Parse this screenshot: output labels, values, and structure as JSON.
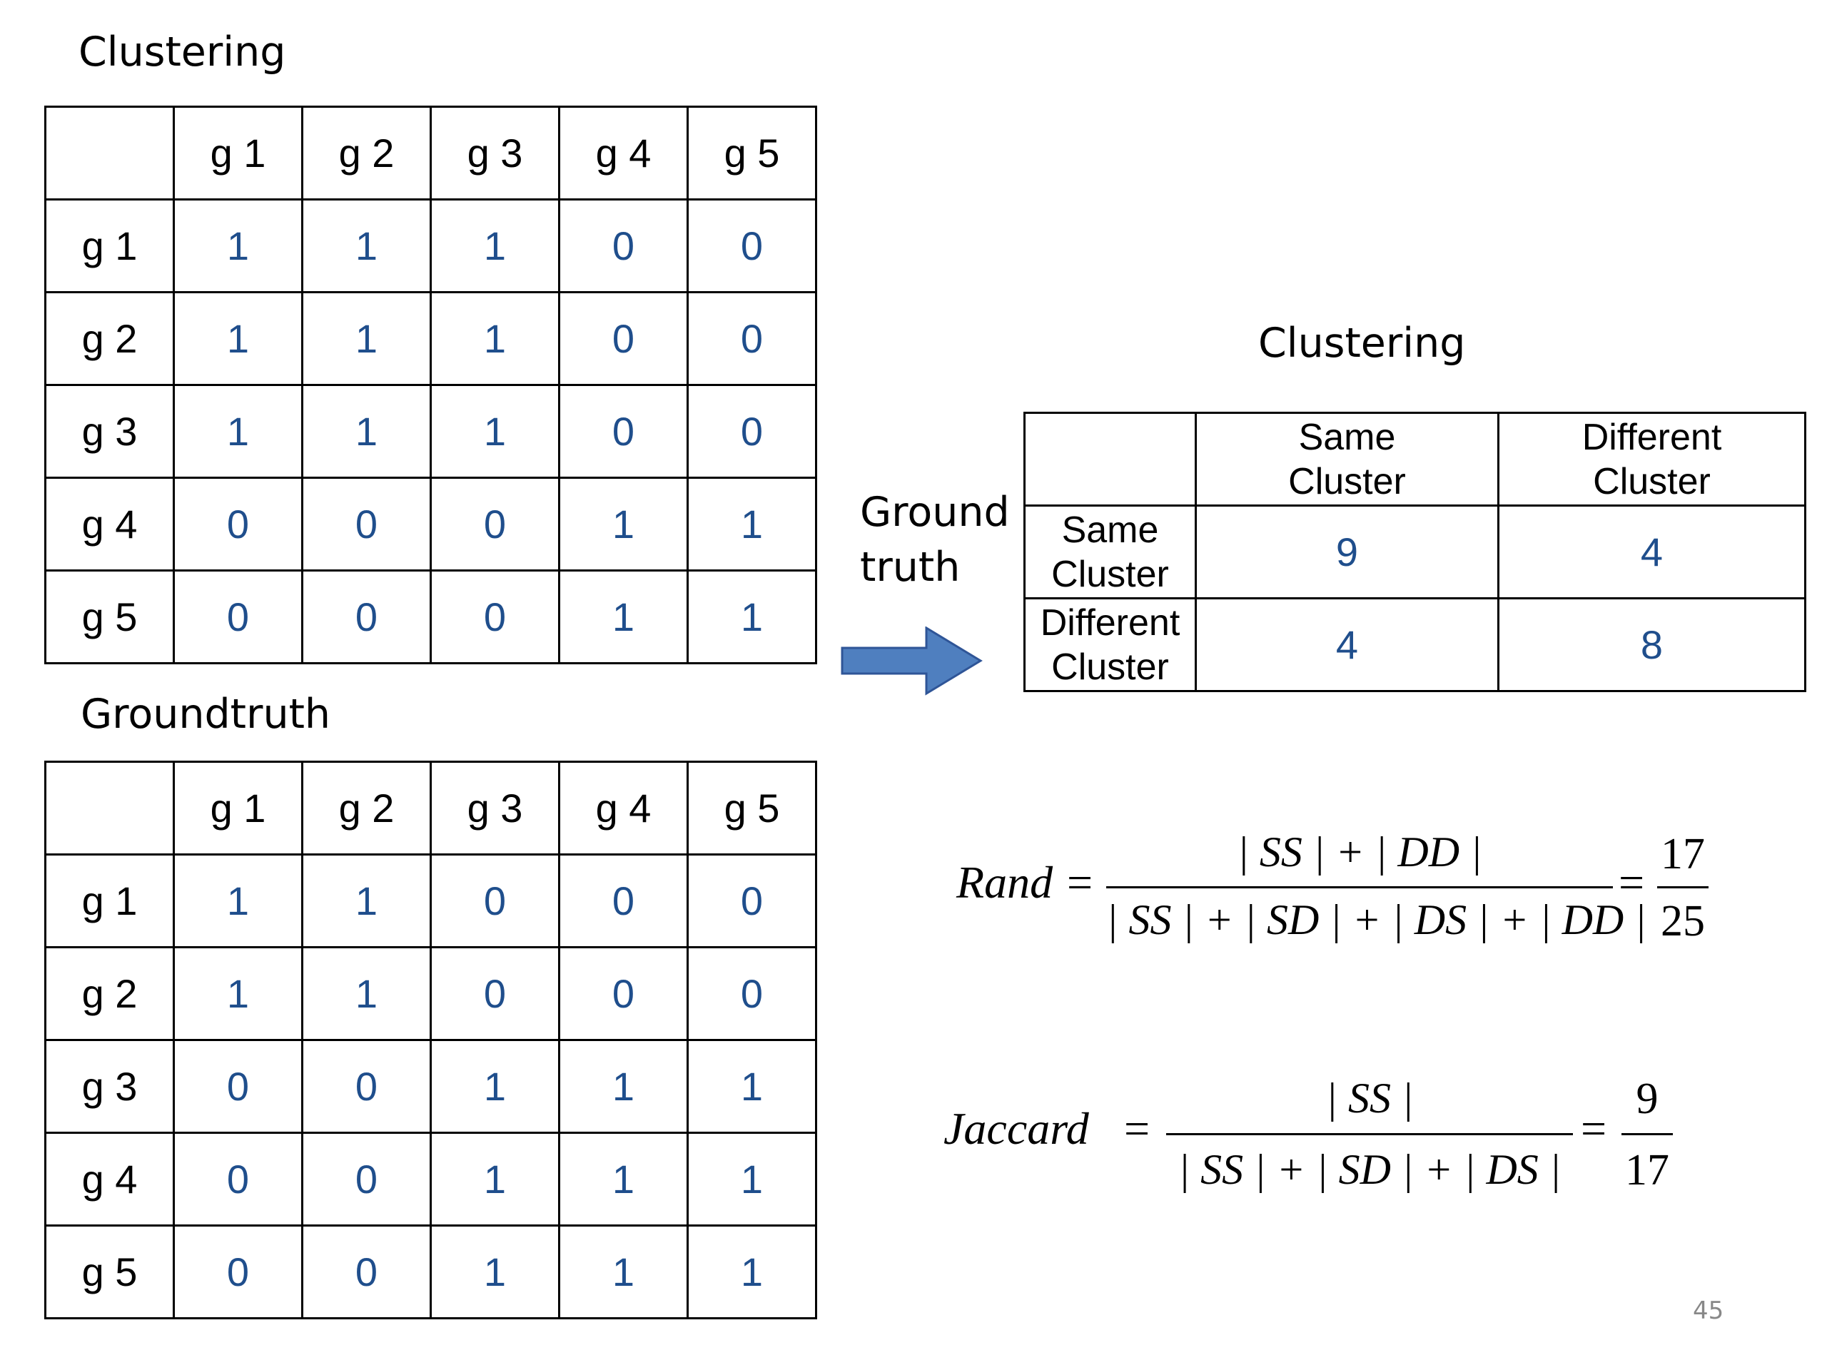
{
  "clustering_title": "Clustering",
  "groundtruth_title": "Groundtruth",
  "clustering_matrix": {
    "headers": [
      "",
      "g 1",
      "g 2",
      "g 3",
      "g 4",
      "g 5"
    ],
    "rows": [
      {
        "label": "g 1",
        "values": [
          "1",
          "1",
          "1",
          "0",
          "0"
        ]
      },
      {
        "label": "g 2",
        "values": [
          "1",
          "1",
          "1",
          "0",
          "0"
        ]
      },
      {
        "label": "g 3",
        "values": [
          "1",
          "1",
          "1",
          "0",
          "0"
        ]
      },
      {
        "label": "g 4",
        "values": [
          "0",
          "0",
          "0",
          "1",
          "1"
        ]
      },
      {
        "label": "g 5",
        "values": [
          "0",
          "0",
          "0",
          "1",
          "1"
        ]
      }
    ]
  },
  "groundtruth_matrix": {
    "headers": [
      "",
      "g 1",
      "g 2",
      "g 3",
      "g 4",
      "g 5"
    ],
    "rows": [
      {
        "label": "g 1",
        "values": [
          "1",
          "1",
          "0",
          "0",
          "0"
        ]
      },
      {
        "label": "g 2",
        "values": [
          "1",
          "1",
          "0",
          "0",
          "0"
        ]
      },
      {
        "label": "g 3",
        "values": [
          "0",
          "0",
          "1",
          "1",
          "1"
        ]
      },
      {
        "label": "g 4",
        "values": [
          "0",
          "0",
          "1",
          "1",
          "1"
        ]
      },
      {
        "label": "g 5",
        "values": [
          "0",
          "0",
          "1",
          "1",
          "1"
        ]
      }
    ]
  },
  "ground_truth_label": [
    "Ground",
    "truth"
  ],
  "contingency": {
    "title": "Clustering",
    "col_headers": [
      "Same\nCluster",
      "Different\nCluster"
    ],
    "rows": [
      {
        "label": "Same\nCluster",
        "values": [
          "9",
          "4"
        ]
      },
      {
        "label": "Different\nCluster",
        "values": [
          "4",
          "8"
        ]
      }
    ]
  },
  "rand_formula": {
    "lhs": "Rand",
    "numerator": "| SS | + | DD |",
    "denominator": "| SS | + | SD | + | DS | + | DD |",
    "result_numerator": "17",
    "result_denominator": "25"
  },
  "jaccard_formula": {
    "lhs": "Jaccard",
    "numerator": "| SS |",
    "denominator": "| SS | + | SD | + | DS |",
    "result_numerator": "9",
    "result_denominator": "17"
  },
  "page_number": "45",
  "colors": {
    "value_text": "#1f4e8c",
    "arrow_fill": "#4f7fbf",
    "arrow_stroke": "#2f5597",
    "page_number": "#888888"
  }
}
